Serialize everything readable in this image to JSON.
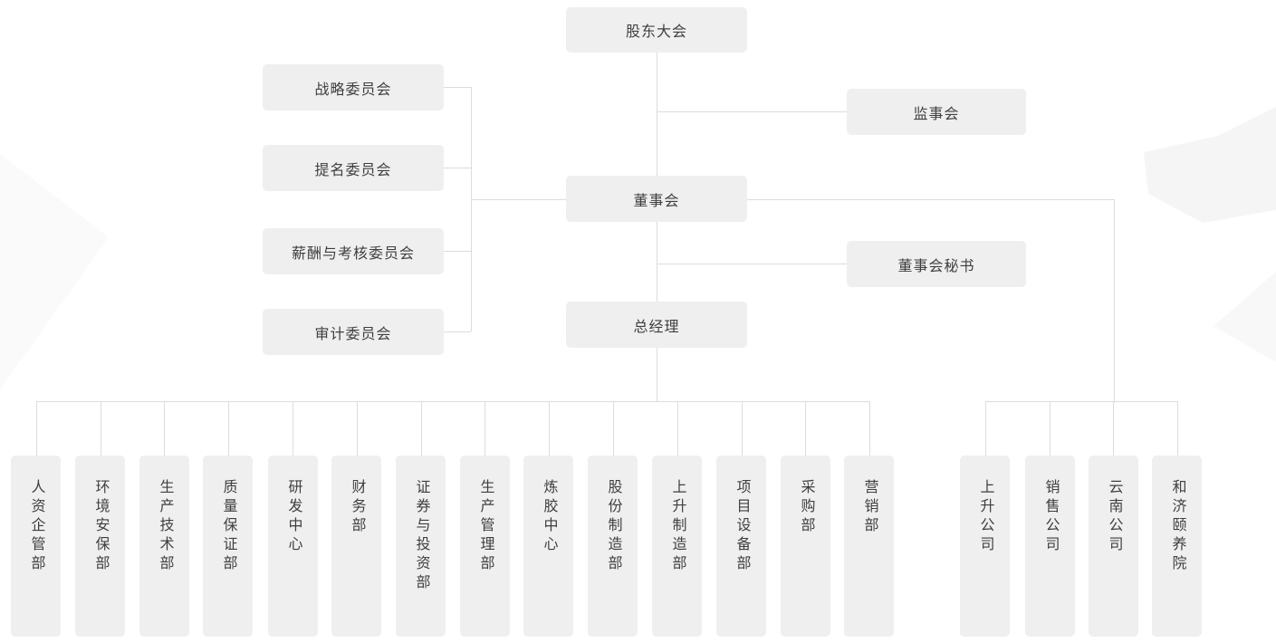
{
  "org": {
    "shareholders": "股东大会",
    "committees": [
      "战略委员会",
      "提名委员会",
      "薪酬与考核委员会",
      "审计委员会"
    ],
    "supervisory": "监事会",
    "board": "董事会",
    "board_secretary": "董事会秘书",
    "general_manager": "总经理",
    "departments": [
      "人资企管部",
      "环境安保部",
      "生产技术部",
      "质量保证部",
      "研发中心",
      "财务部",
      "证券与投资部",
      "生产管理部",
      "炼胶中心",
      "股份制造部",
      "上升制造部",
      "项目设备部",
      "采购部",
      "营销部"
    ],
    "subsidiaries": [
      "上升公司",
      "销售公司",
      "云南公司",
      "和济颐养院"
    ]
  },
  "colors": {
    "node_background": "#efefef",
    "connector_line": "#dcdcdc",
    "text": "#3f3f3f",
    "background": "#ffffff"
  }
}
